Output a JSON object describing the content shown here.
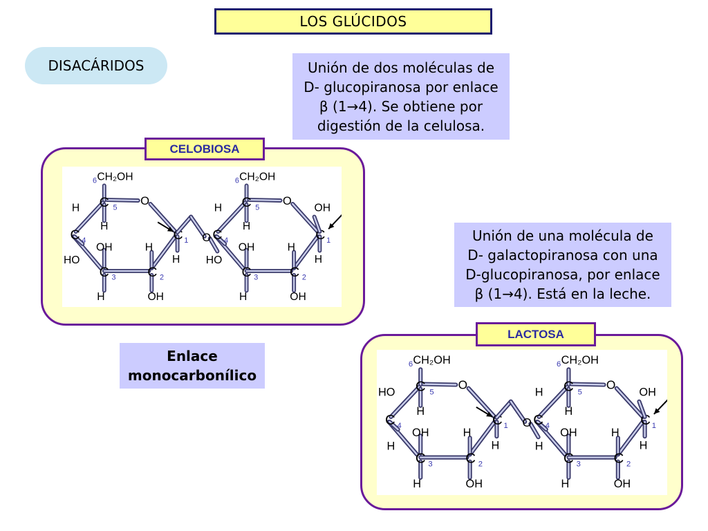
{
  "title": "LOS GLÚCIDOS",
  "section_label": "DISACÁRIDOS",
  "cellobiose": {
    "name": "CELOBIOSA",
    "description": [
      "Unión de dos moléculas de",
      "D- glucopiranosa por enlace",
      "β (1→4). Se obtiene por",
      "digestión de la celulosa."
    ]
  },
  "lactose": {
    "name": "LACTOSA",
    "description": [
      "Unión de una molécula de",
      "D- galactopiranosa con una",
      "D-glucopiranosa, por enlace",
      "β (1→4). Está en la leche."
    ]
  },
  "bond_label": [
    "Enlace",
    "monocarbonílico"
  ],
  "atoms": {
    "c": "C",
    "o": "O",
    "h": "H",
    "oh": "OH",
    "ho": "HO",
    "ch2oh": "CH₂OH",
    "n1": "1",
    "n2": "2",
    "n3": "3",
    "n4": "4",
    "n5": "5",
    "n6": "6"
  },
  "colors": {
    "title_bg": "#ffff99",
    "panel_bg": "#ffffcc",
    "info_bg": "#ccccff",
    "pill_bg": "#cce8f4",
    "frame": "#6a1a9a",
    "label_text": "#2a2aa0",
    "locant": "#3a3ab0"
  }
}
